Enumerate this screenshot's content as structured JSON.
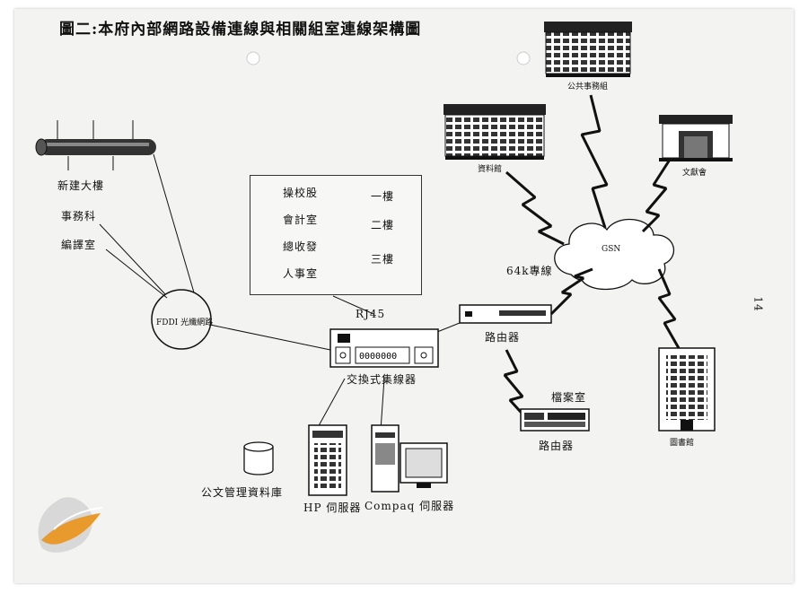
{
  "title": "圖二:本府內部網路設備連線與相關組室連線架構圖",
  "page_marker": "14",
  "backbone": {
    "fddi_label": "FDDI 光纖網路",
    "buildings": [
      "新建大樓",
      "事務科",
      "編譯室"
    ]
  },
  "office_box": {
    "rows": [
      {
        "unit": "操校股",
        "floor": "一樓"
      },
      {
        "unit": "會計室",
        "floor": "二樓"
      },
      {
        "unit": "總收發",
        "floor": "三樓"
      },
      {
        "unit": "人事室",
        "floor": ""
      }
    ]
  },
  "switch": {
    "rj45": "RJ45",
    "label": "交換式集線器"
  },
  "router_main": {
    "label": "路由器",
    "line_label": "64k專線"
  },
  "cloud": {
    "label": "GSN"
  },
  "sites": {
    "public_affairs": "公共事務組",
    "archive_room": "資料館",
    "culture": "文獻會",
    "files": "檔案室",
    "router_files": "路由器",
    "library": "圖書館"
  },
  "devices": {
    "database": "公文管理資料庫",
    "hp_server": "HP 伺服器",
    "compaq_server": "Compaq 伺服器"
  },
  "colors": {
    "ink": "#1a1a1a",
    "paper": "#f3f3f1",
    "logo_orange": "#e89a2c"
  }
}
